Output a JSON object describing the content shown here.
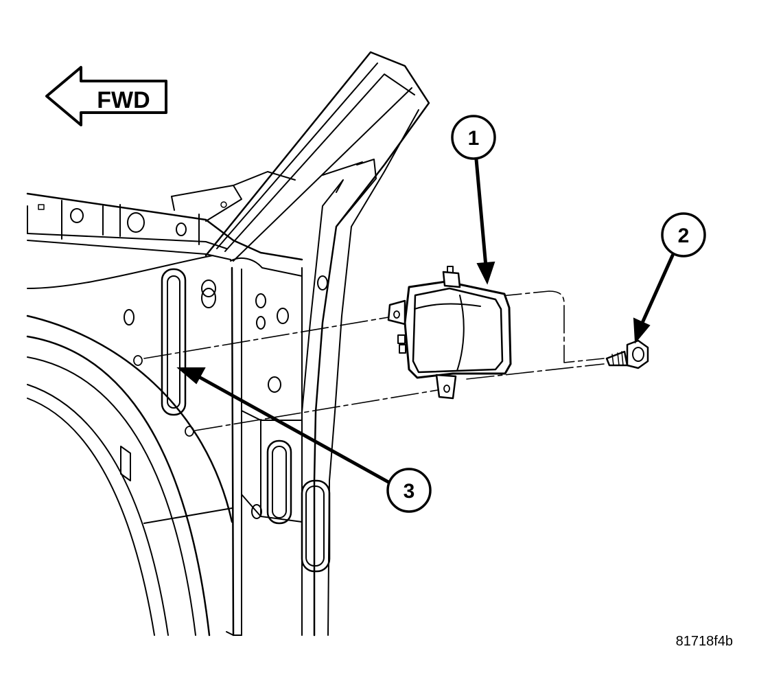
{
  "orientation": {
    "label": "FWD"
  },
  "callouts": [
    {
      "id": "1",
      "part": "module"
    },
    {
      "id": "2",
      "part": "bolt"
    },
    {
      "id": "3",
      "part": "mounting-location"
    }
  ],
  "figure": {
    "code": "81718f4b"
  }
}
